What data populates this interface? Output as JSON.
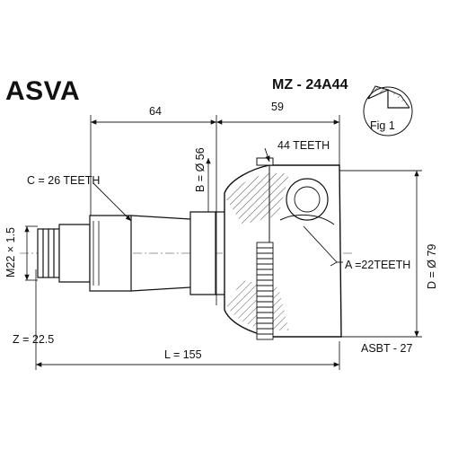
{
  "header": {
    "brand": "ASVA",
    "part_number": "MZ - 24A44"
  },
  "dimensions": {
    "shaft_length": "64",
    "housing_length": "59",
    "outer_teeth": "44 TEETH",
    "b_diameter": "B = Ø 56",
    "c_teeth": "C = 26 TEETH",
    "thread": "M22 × 1.5",
    "a_teeth": "A =22TEETH",
    "d_diameter": "D = Ø 79",
    "z_value": "Z = 22.5",
    "total_length": "L = 155",
    "ref_code": "ASBT - 27",
    "fig_label": "Fig 1"
  }
}
